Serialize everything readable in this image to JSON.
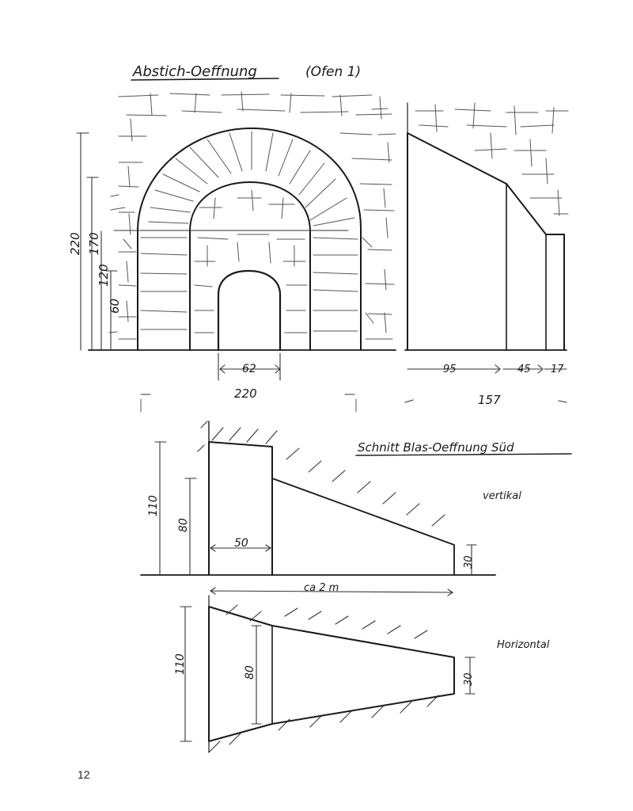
{
  "title_top": "Abstich-Oeffnung",
  "title_top_note": "(Ofen 1)",
  "elevation": {
    "dim_total_height": "220",
    "dim_arch_height": "170",
    "dim_mid_height": "120",
    "dim_door_height": "60",
    "dim_door_width": "62",
    "dim_total_width": "220"
  },
  "side_section": {
    "dim_a": "95",
    "dim_b": "45",
    "dim_c": "17",
    "dim_total": "157"
  },
  "title_section": "Schnitt Blas-Oeffnung Süd",
  "vertical": {
    "label": "vertikal",
    "dim_height": "110",
    "dim_inner": "80",
    "dim_width": "50",
    "dim_end": "30",
    "dim_length": "ca 2 m"
  },
  "horizontal": {
    "label": "Horizontal",
    "dim_height": "110",
    "dim_inner": "80",
    "dim_end": "30"
  },
  "page_number": "12"
}
